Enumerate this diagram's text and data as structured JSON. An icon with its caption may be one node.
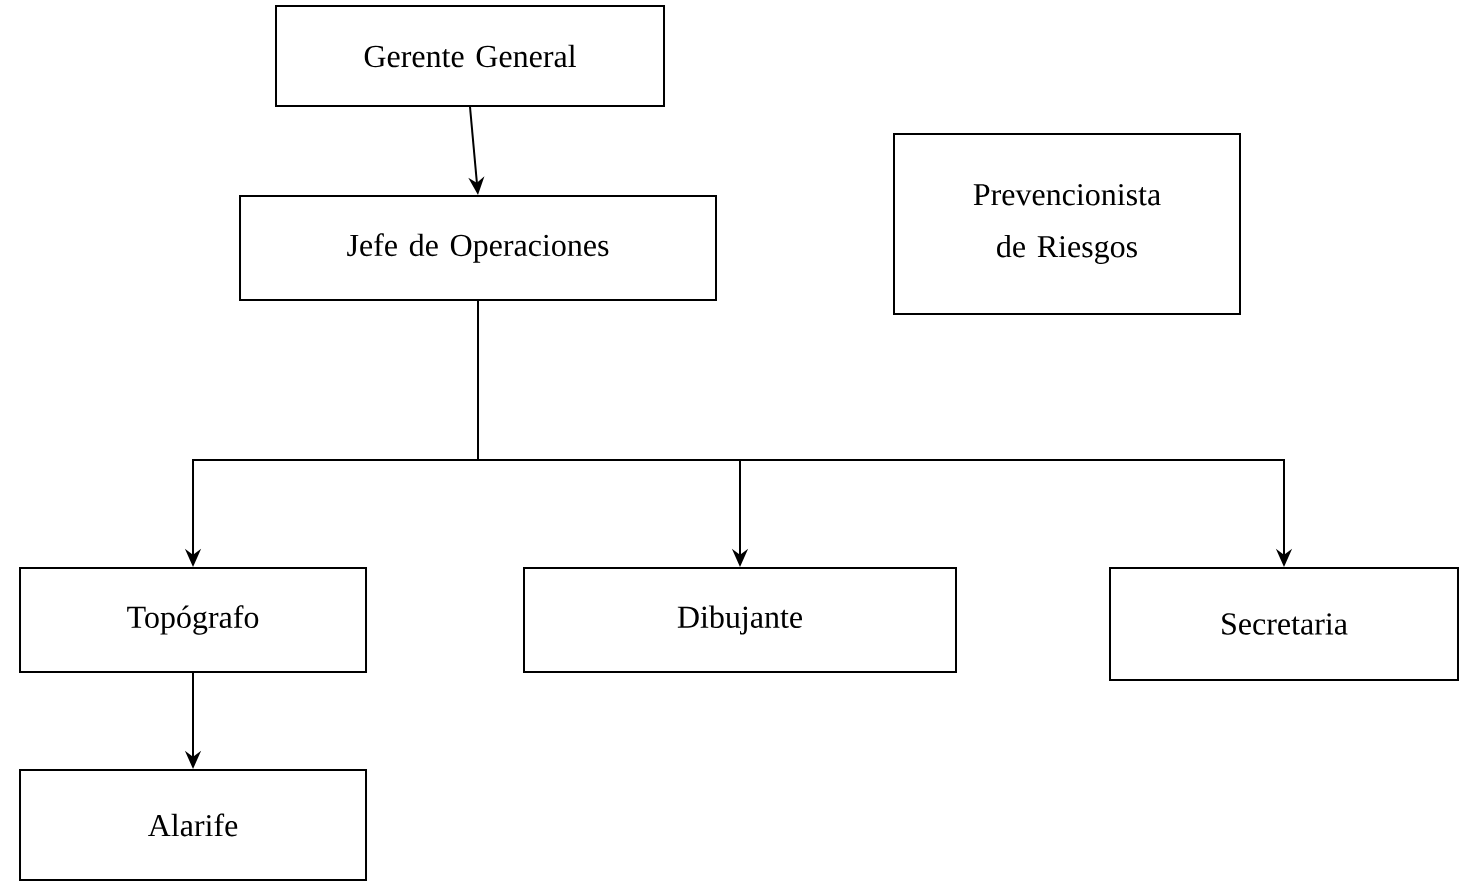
{
  "diagram": {
    "nodes": [
      {
        "text": [
          "Gerente General"
        ]
      },
      {
        "text": [
          "Jefe de Operaciones"
        ]
      },
      {
        "text": [
          "Prevencionista de Riesgos"
        ]
      },
      {
        "text": [
          "Topógrafo"
        ]
      },
      {
        "text": [
          "Dibujante"
        ]
      },
      {
        "text": [
          "Secretaria"
        ]
      },
      {
        "text": [
          "Alarife"
        ]
      }
    ],
    "edges": [
      {
        "from": 0,
        "to": 1,
        "arrow": "to"
      },
      {
        "from": 1,
        "to": 3,
        "arrow": "to"
      },
      {
        "from": 1,
        "to": 4,
        "arrow": "to"
      },
      {
        "from": 1,
        "to": 5,
        "arrow": "to"
      },
      {
        "from": 3,
        "to": 6,
        "arrow": "to"
      }
    ]
  }
}
